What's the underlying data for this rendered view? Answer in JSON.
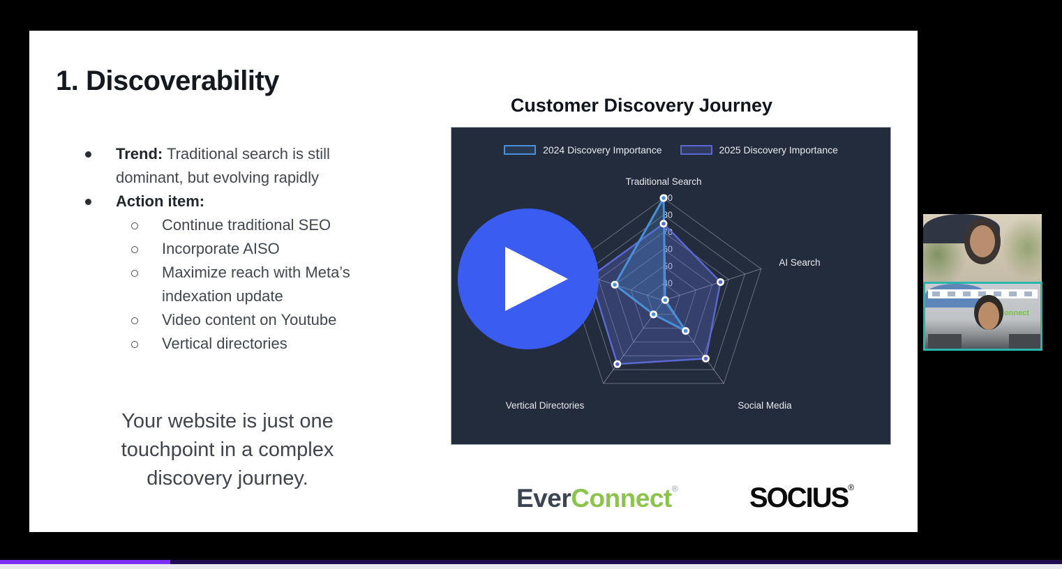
{
  "slide": {
    "title": "1. Discoverability",
    "bullets": [
      {
        "level": 1,
        "bold": "Trend:",
        "text": " Traditional search is still dominant, but evolving rapidly"
      },
      {
        "level": 1,
        "bold": "Action item:",
        "text": ""
      },
      {
        "level": 2,
        "text": "Continue traditional SEO"
      },
      {
        "level": 2,
        "text": "Incorporate AISO"
      },
      {
        "level": 2,
        "text": "Maximize reach with Meta’s indexation update"
      },
      {
        "level": 2,
        "text": "Video content on Youtube"
      },
      {
        "level": 2,
        "text": "Vertical directories"
      }
    ],
    "quote": "Your website is just one\ntouchpoint in a complex\ndiscovery journey.",
    "logos": {
      "ever": "Ever",
      "connect": "Connect",
      "socius": "SOCIUS",
      "reg": "®"
    }
  },
  "chart_data": {
    "type": "radar",
    "title": "Customer Discovery Journey",
    "background": "#232c3d",
    "axes": [
      "Traditional Search",
      "AI Search",
      "Social Media",
      "Vertical Directories",
      ""
    ],
    "occluded_axis_index": 4,
    "scale": {
      "min": 30,
      "max": 90,
      "ticks": [
        40,
        50,
        60,
        70,
        80,
        90
      ]
    },
    "series": [
      {
        "name": "2024 Discovery Importance",
        "color": "#4a90d9",
        "swatch_bg": "rgba(74,144,217,0.15)",
        "fill": "rgba(74,144,217,0.25)",
        "stroke_width": 3,
        "values": [
          90,
          31,
          52,
          40,
          60
        ]
      },
      {
        "name": "2025 Discovery Importance",
        "color": "#5a68cf",
        "swatch_bg": "rgba(90,104,207,0.25)",
        "fill": "rgba(100,112,220,0.30)",
        "stroke_width": 2.5,
        "values": [
          75,
          65,
          72,
          76,
          75
        ]
      }
    ],
    "legend_position": "top",
    "grid": true
  },
  "player": {
    "button_color": "#3a5cf0",
    "progress_fraction": 0.16,
    "played_color": "#7b2ff6",
    "remaining_color": "#1e0b50",
    "bottom_strip_color": "#e8eaef"
  },
  "webcams": {
    "speaker2_wall_text": "Connect"
  }
}
